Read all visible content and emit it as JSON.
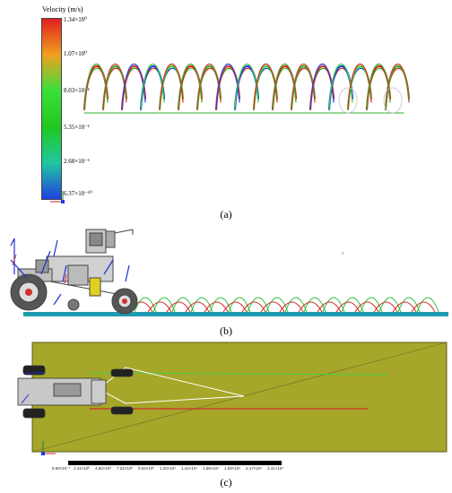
{
  "panel_a": {
    "legend_title": "Velocity (m/s)",
    "ticks": [
      "1.34×10⁰",
      "1.07×10⁰",
      "8.03×10⁻¹",
      "5.35×10⁻¹",
      "2.68×10⁻¹",
      "6.37×10⁻¹⁰"
    ],
    "gradient": [
      "#e02020",
      "#f0a020",
      "#39e039",
      "#20c820",
      "#20c8a0",
      "#2040e0"
    ],
    "caption": "(a)"
  },
  "panel_b": {
    "caption": "(b)",
    "colors": {
      "ground": "#1c9cb0",
      "green_path": "#2fbf3f",
      "red_path": "#d42a2a",
      "vector": "#1f2ecf"
    }
  },
  "panel_c": {
    "caption": "(c)",
    "colors": {
      "field": "#a6a62a",
      "border": "#5c5c20"
    },
    "scale_ticks": [
      "5.50×10⁻¹",
      "2.41×10⁰",
      "4.82×10⁰",
      "7.22×10⁰",
      "9.63×10⁰",
      "1.20×10¹",
      "1.44×10¹",
      "1.69×10¹",
      "1.93×10¹",
      "2.17×10¹",
      "2.41×10¹"
    ]
  }
}
